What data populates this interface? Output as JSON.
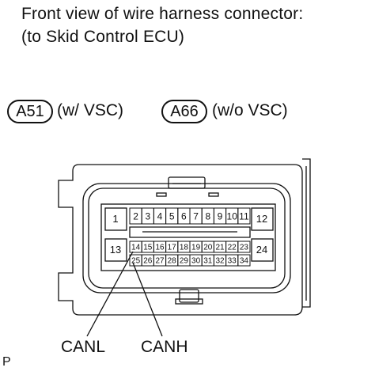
{
  "heading": {
    "line1": "Front view of wire harness connector:",
    "line2": "(to Skid Control ECU)"
  },
  "connectors": [
    {
      "code": "A51",
      "note": "(w/ VSC)"
    },
    {
      "code": "A66",
      "note": "(w/o VSC)"
    }
  ],
  "pins": {
    "top_row": [
      "2",
      "3",
      "4",
      "5",
      "6",
      "7",
      "8",
      "9",
      "10",
      "11"
    ],
    "mid_row": [
      "14",
      "15",
      "16",
      "17",
      "18",
      "19",
      "20",
      "21",
      "22",
      "23"
    ],
    "bottom_row": [
      "25",
      "26",
      "27",
      "28",
      "29",
      "30",
      "31",
      "32",
      "33",
      "34"
    ],
    "big": [
      "1",
      "12",
      "13",
      "24"
    ]
  },
  "callouts": {
    "canl": "CANL",
    "canh": "CANH"
  },
  "corner_letter": "P"
}
